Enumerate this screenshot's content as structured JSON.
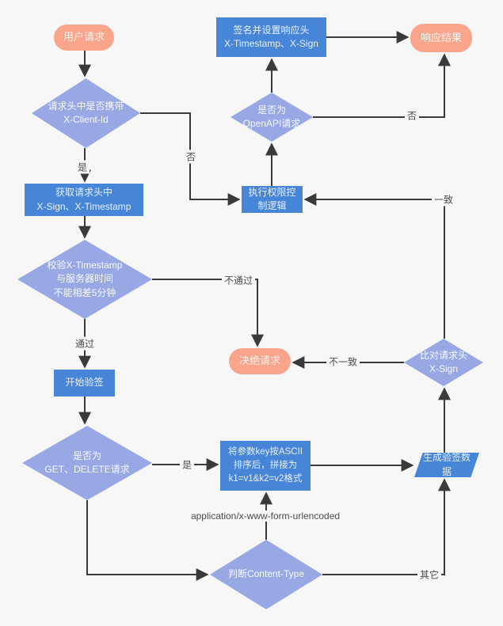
{
  "colors": {
    "background": "#f7f7f7",
    "process_blue": "#4685d8",
    "decision_blue": "#97a8e5",
    "terminal_salmon": "#f8a58b",
    "connector": "#3a3a3a"
  },
  "nodes": {
    "start": {
      "label": "用户请求",
      "shape": "rounded"
    },
    "check_client_id": {
      "label": "请求头中是否携带\nX-Client-Id",
      "shape": "diamond"
    },
    "sign_response": {
      "label": "签名并设置响应头\nX-Timestamp、X-Sign",
      "shape": "process"
    },
    "response_result": {
      "label": "响应结果",
      "shape": "rounded"
    },
    "check_openapi": {
      "label": "是否为\nOpenAPI请求",
      "shape": "diamond"
    },
    "get_headers": {
      "label": "获取请求头中\nX-Sign、X-Timestamp",
      "shape": "process"
    },
    "check_timestamp": {
      "label": "校验X-Timestamp\n与服务器时间\n不能相差5分钟",
      "shape": "diamond"
    },
    "exec_permission": {
      "label": "执行权限控\n制逻辑",
      "shape": "process"
    },
    "reject_request": {
      "label": "决绝请求",
      "shape": "rounded"
    },
    "start_verify": {
      "label": "开始验签",
      "shape": "process"
    },
    "check_method": {
      "label": "是否为\nGET、DELETE请求",
      "shape": "diamond"
    },
    "sort_params": {
      "label": "将参数key按ASCII\n排序后，拼接为\nk1=v1&k2=v2格式",
      "shape": "process"
    },
    "gen_sign_data": {
      "label": "生成验签数\n据",
      "shape": "parallelogram"
    },
    "compare_sign": {
      "label": "比对请求头\nX-Sign",
      "shape": "diamond"
    },
    "check_content_type": {
      "label": "判断Content-Type",
      "shape": "diamond"
    }
  },
  "edges": [
    {
      "from": "start",
      "to": "check_client_id",
      "label": ""
    },
    {
      "from": "check_client_id",
      "to": "get_headers",
      "label": "是"
    },
    {
      "from": "check_client_id",
      "to": "exec_permission",
      "label": "否"
    },
    {
      "from": "get_headers",
      "to": "check_timestamp",
      "label": ""
    },
    {
      "from": "check_timestamp",
      "to": "reject_request",
      "label": "不通过"
    },
    {
      "from": "check_timestamp",
      "to": "start_verify",
      "label": "通过"
    },
    {
      "from": "start_verify",
      "to": "check_method",
      "label": ""
    },
    {
      "from": "check_method",
      "to": "sort_params",
      "label": "是"
    },
    {
      "from": "check_method",
      "to": "check_content_type",
      "label": ""
    },
    {
      "from": "check_content_type",
      "to": "sort_params",
      "label": "application/x-www-form-urlencoded"
    },
    {
      "from": "check_content_type",
      "to": "gen_sign_data",
      "label": "其它"
    },
    {
      "from": "sort_params",
      "to": "gen_sign_data",
      "label": ""
    },
    {
      "from": "gen_sign_data",
      "to": "compare_sign",
      "label": ""
    },
    {
      "from": "compare_sign",
      "to": "reject_request",
      "label": "不一致"
    },
    {
      "from": "compare_sign",
      "to": "exec_permission",
      "label": "一致"
    },
    {
      "from": "exec_permission",
      "to": "check_openapi",
      "label": ""
    },
    {
      "from": "check_openapi",
      "to": "sign_response",
      "label": ""
    },
    {
      "from": "check_openapi",
      "to": "response_result",
      "label": "否"
    },
    {
      "from": "sign_response",
      "to": "response_result",
      "label": ""
    }
  ]
}
